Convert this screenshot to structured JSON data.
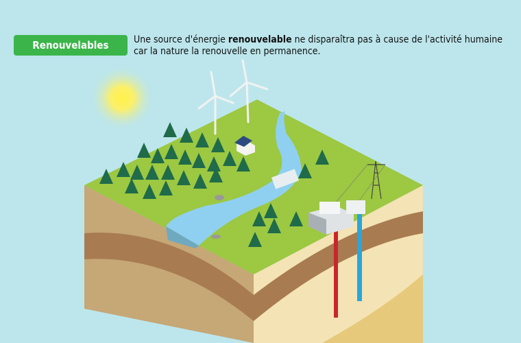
{
  "badge": {
    "label": "Renouvelables",
    "color": "#3bb54a"
  },
  "description": {
    "part1": "Une source d'énergie ",
    "bold": "renouvelable",
    "part2": " ne disparaîtra pas à cause de l'activité humaine car la nature la renouvelle en permanence."
  },
  "colors": {
    "background": "#bce6ec",
    "grass": "#9cc842",
    "river": "#8fd0f0",
    "hot_pipe": "#c9262c",
    "cold_pipe": "#2aa6dc"
  }
}
